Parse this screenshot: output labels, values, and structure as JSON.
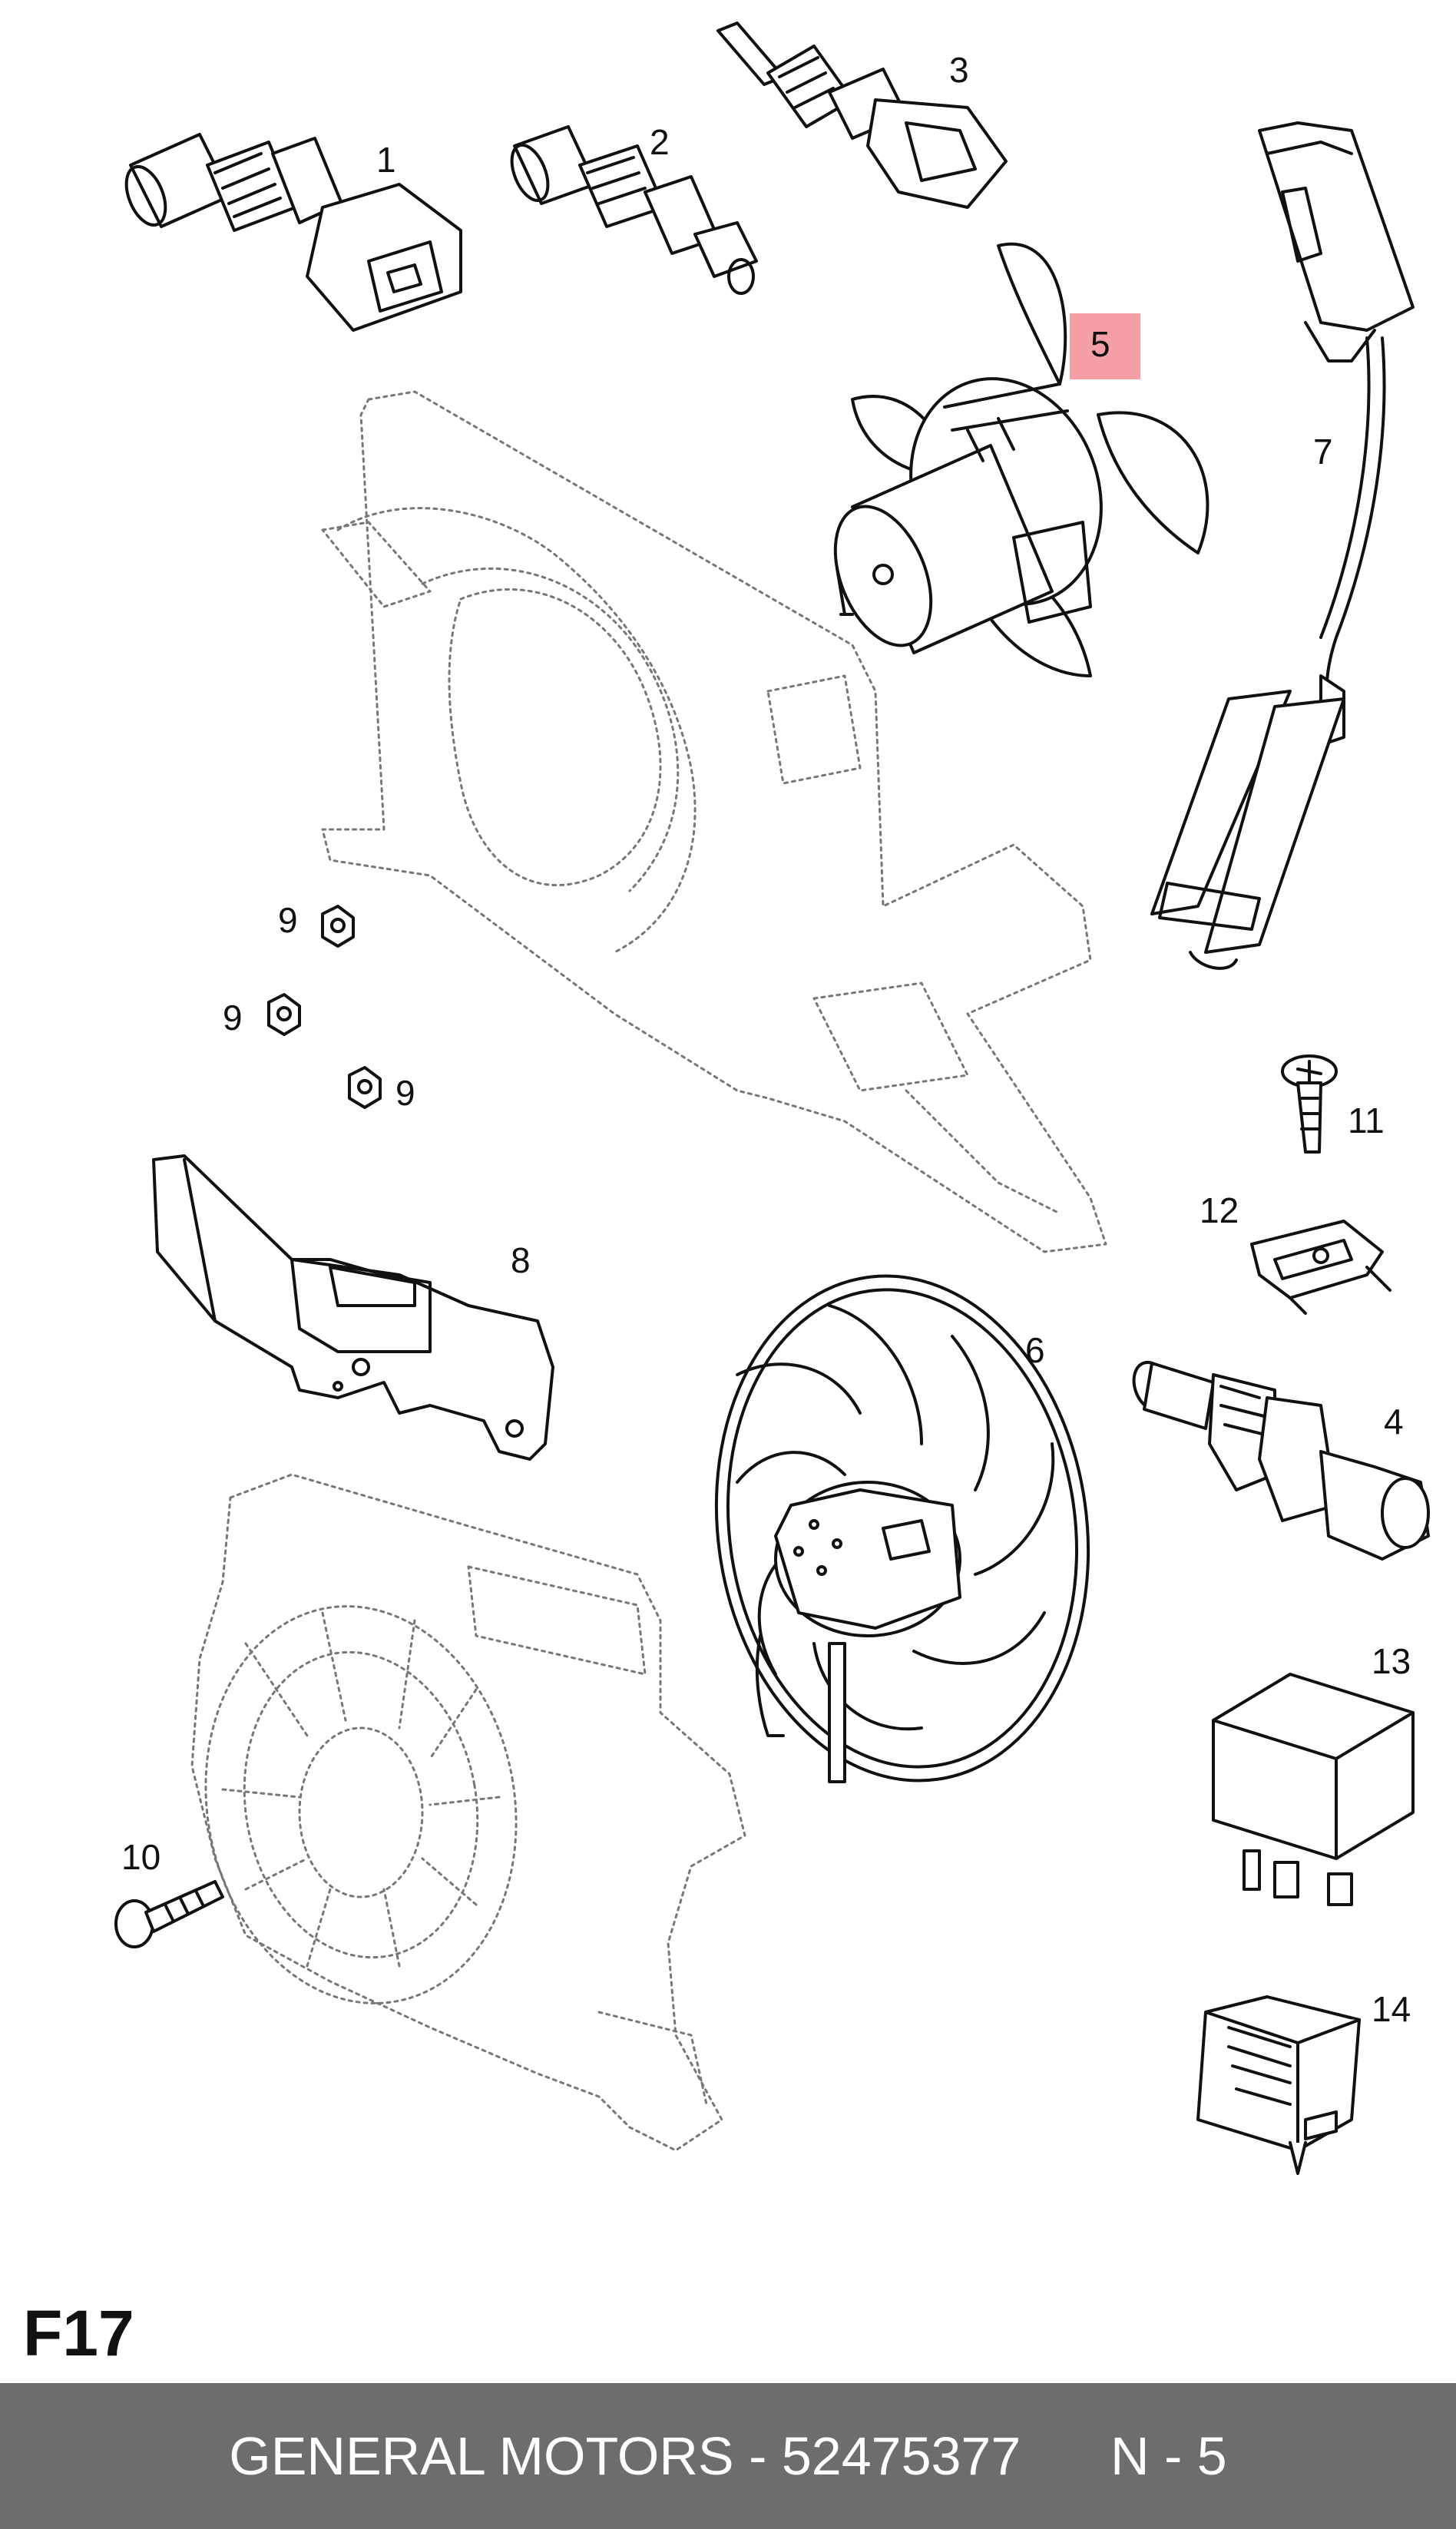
{
  "diagram": {
    "page_code": "F17",
    "callouts": [
      "1",
      "2",
      "3",
      "4",
      "5",
      "6",
      "7",
      "8",
      "9",
      "9",
      "9",
      "10",
      "11",
      "12",
      "13",
      "14"
    ],
    "highlighted_callout": "5",
    "highlight_color": "#f4a0a6"
  },
  "footer": {
    "brand": "GENERAL MOTORS",
    "separator": " - ",
    "part_number": "52475377",
    "position": "N - 5",
    "background": "#6d6d6d"
  }
}
